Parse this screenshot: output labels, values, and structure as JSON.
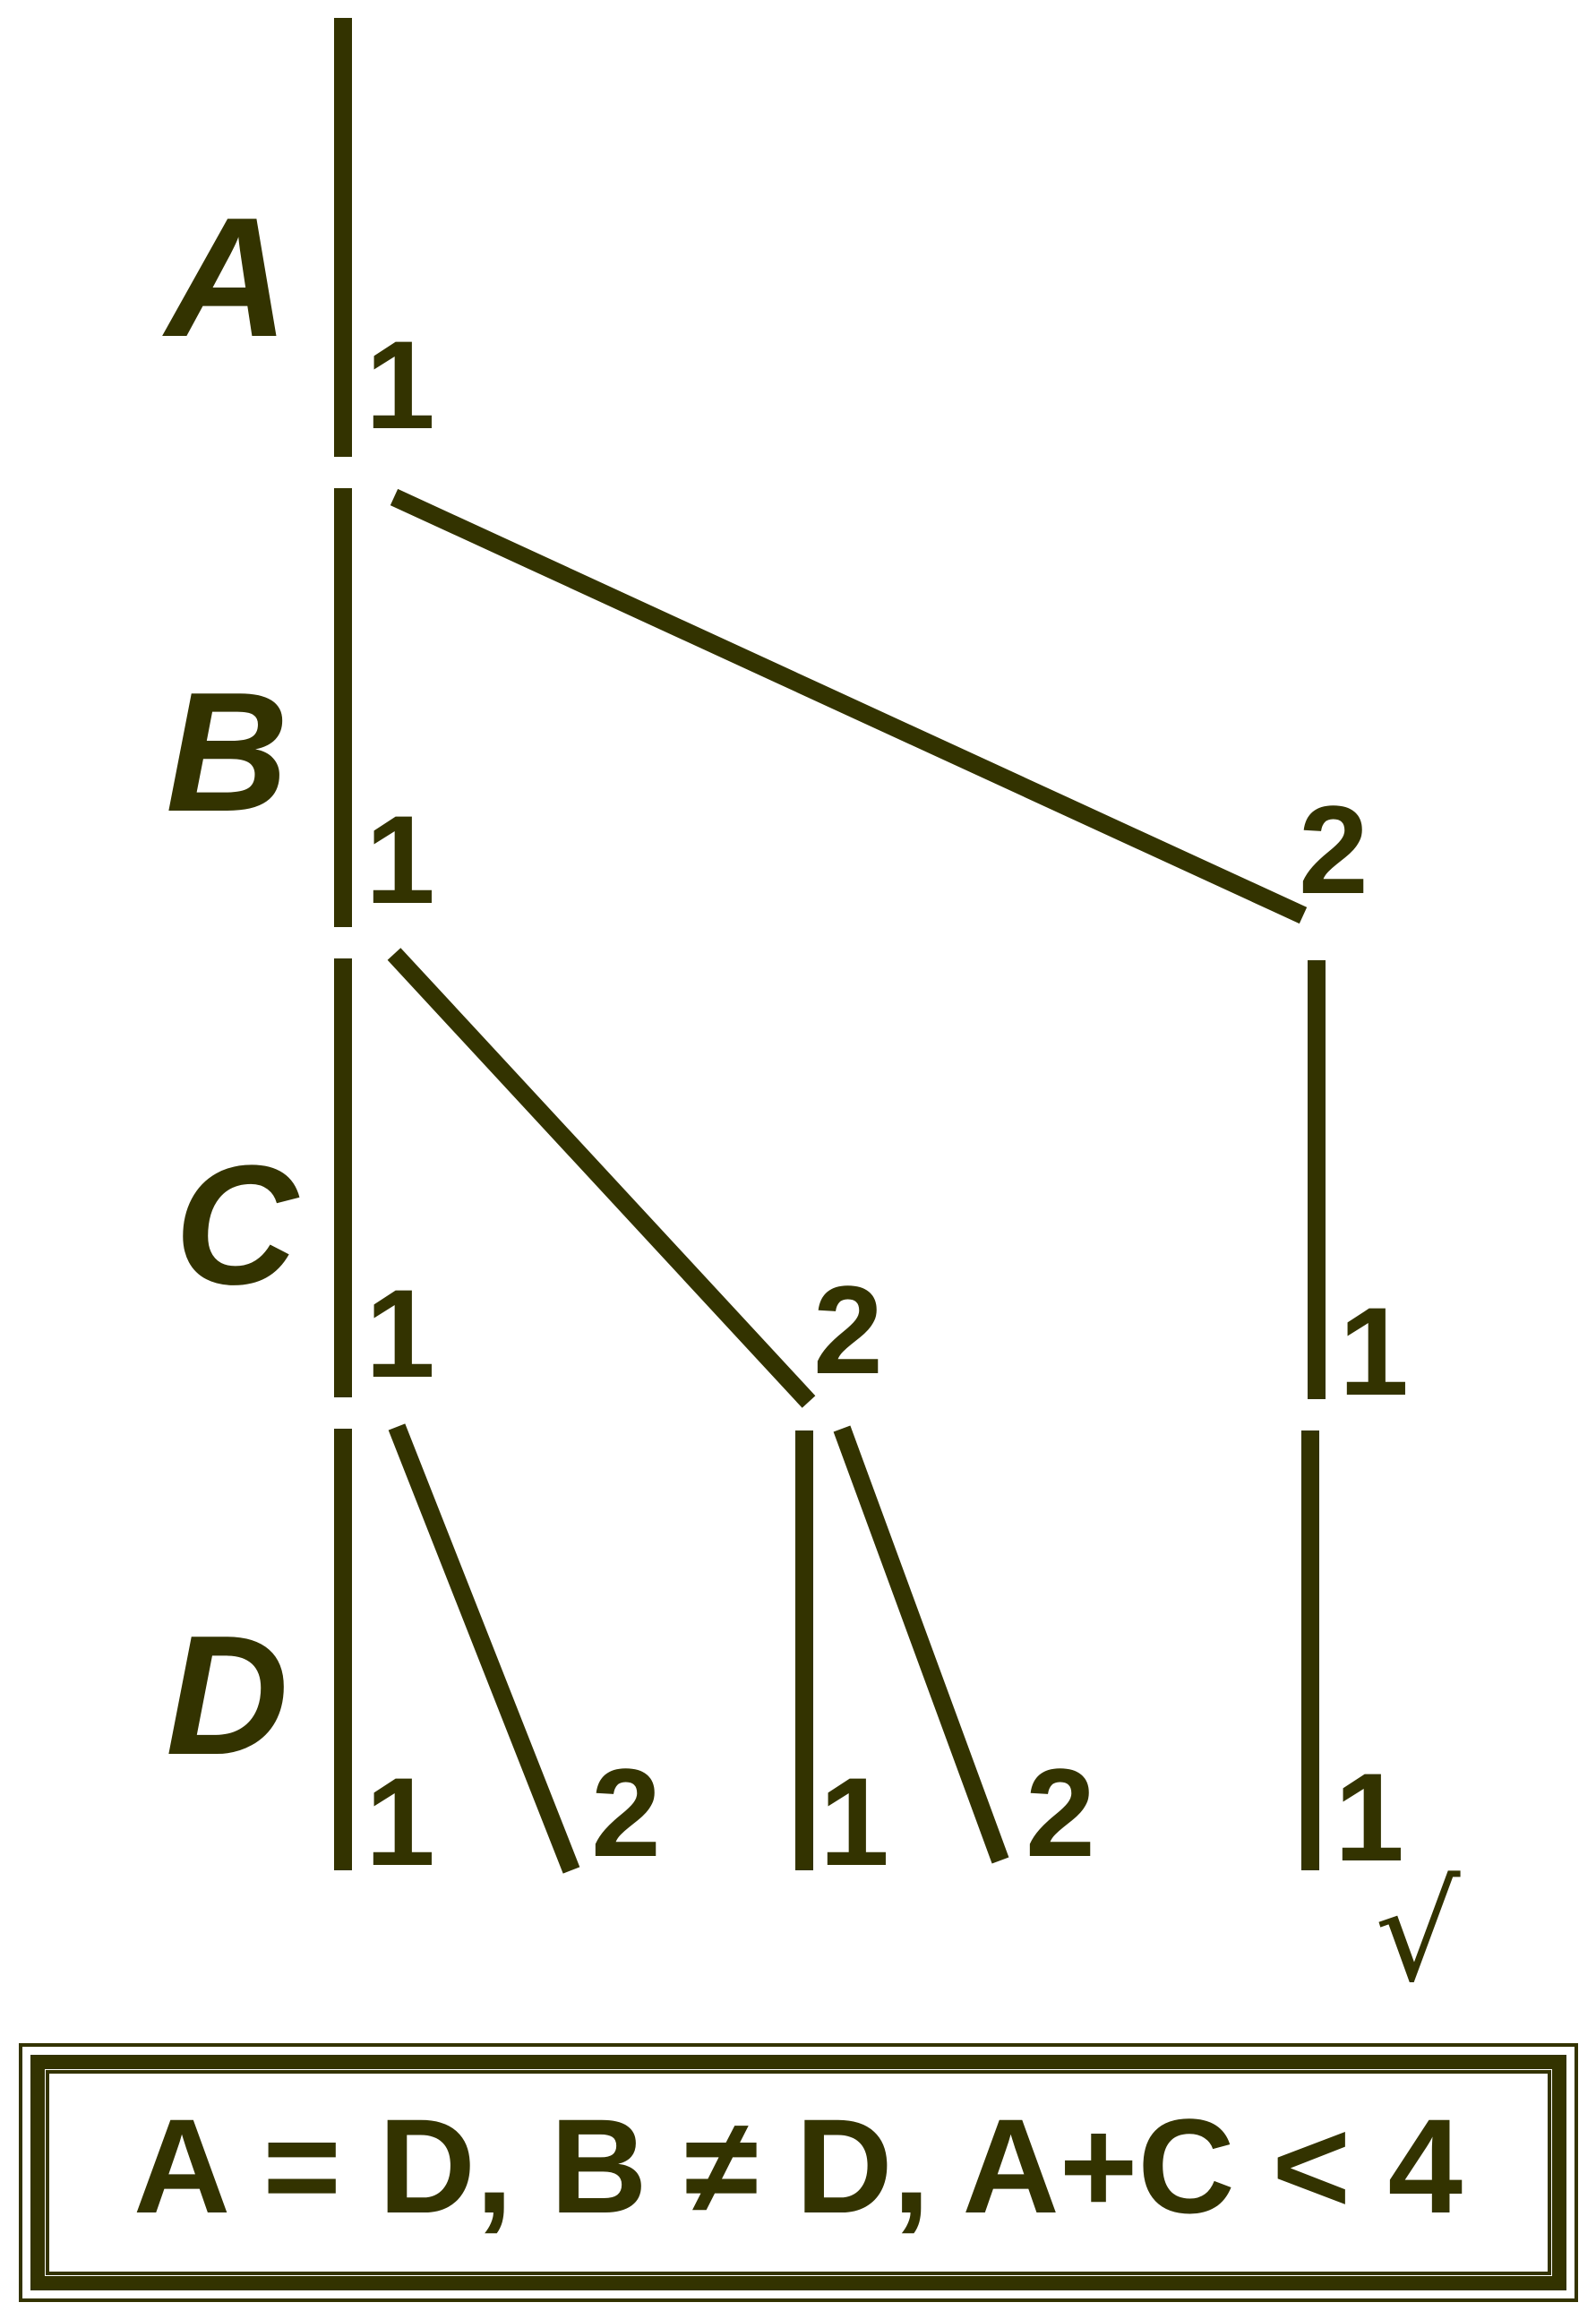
{
  "colors": {
    "ink": "#333300",
    "background": "#ffffff"
  },
  "variables": [
    "A",
    "B",
    "C",
    "D"
  ],
  "branch_labels": {
    "one": "1",
    "two": "2"
  },
  "solution_mark": "√",
  "constraints": {
    "text": "A = D, B ≠ D, A+C < 4"
  }
}
